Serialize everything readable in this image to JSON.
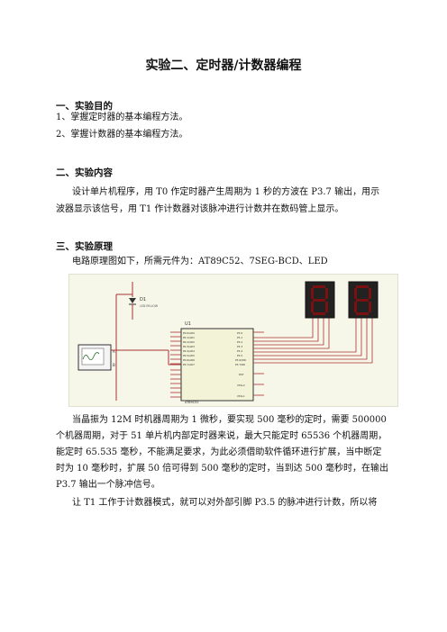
{
  "doc": {
    "title": "实验二、定时器/计数器编程",
    "sec1": {
      "heading": "一、实验目的",
      "items": [
        "1、掌握定时器的基本编程方法。",
        "2、掌握计数器的基本编程方法。"
      ]
    },
    "sec2": {
      "heading": "二、实验内容",
      "lines": [
        "设计单片机程序，用 T0 作定时器产生周期为 1 秒的方波在 P3.7 输出，用示",
        "波器显示该信号，用 T1 作计数器对该脉冲进行计数并在数码管上显示。"
      ]
    },
    "sec3": {
      "heading": "三、实验原理",
      "intro": "电路原理图如下，所需元件为：AT89C52、7SEG-BCD、LED",
      "para1": [
        "当晶振为 12M 时机器周期为 1 微秒，要实现 500 毫秒的定时，需要 500000",
        "个机器周期，对于 51 单片机内部定时器来说，最大只能定时 65536 个机器周期，",
        "能定时 65.535 毫秒，不能满足要求，为此必须借助软件循环进行扩展，当中断定",
        "时为 10 毫秒时，扩展 50 倍可得到 500 毫秒的定时，当到达 500 毫秒时，在输出",
        "P3.7 输出一个脉冲信号。"
      ],
      "para2": [
        "让 T1 工作于计数器模式，就可以对外部引脚 P3.5 的脉冲进行计数，所以将"
      ]
    }
  },
  "schematic": {
    "led_label": "D1",
    "led_part": "LED-YELLOW",
    "chip_ref": "U1",
    "chip_part": "AT89C52",
    "scope_pins": [
      "A",
      "B"
    ],
    "left_pins": [
      "P0.0/AD0",
      "P0.1/AD1",
      "P0.2/AD2",
      "P0.3/AD3",
      "P0.4/AD4",
      "P0.5/AD5",
      "P0.6/AD6",
      "P0.7/AD7"
    ],
    "right_pins": [
      "P3.0",
      "P3.1",
      "P3.2",
      "P3.3",
      "P3.4",
      "P3.5",
      "P3.6/WR",
      "P3.7/RD"
    ],
    "right_labels2": [
      "RST",
      "XTAL2",
      "XTAL1"
    ]
  }
}
